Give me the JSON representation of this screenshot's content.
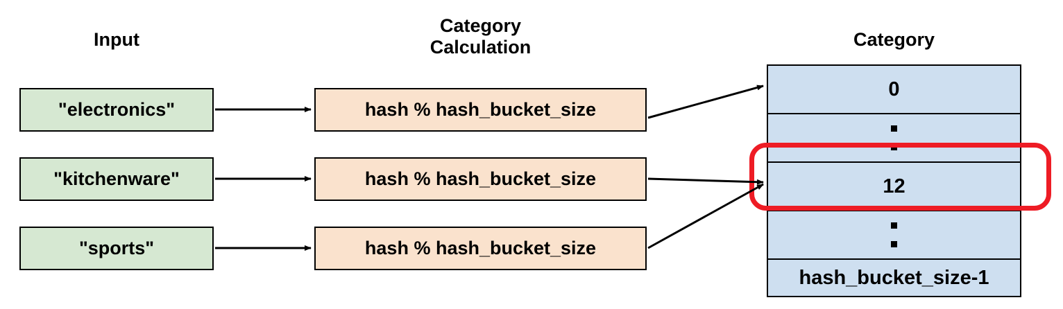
{
  "headings": {
    "input": "Input",
    "calculation": "Category\nCalculation",
    "category": "Category"
  },
  "inputs": [
    {
      "label": "\"electronics\""
    },
    {
      "label": "\"kitchenware\""
    },
    {
      "label": "\"sports\""
    }
  ],
  "calculations": [
    {
      "label": "hash % hash_bucket_size"
    },
    {
      "label": "hash % hash_bucket_size"
    },
    {
      "label": "hash % hash_bucket_size"
    }
  ],
  "category_table": {
    "rows": [
      {
        "type": "value",
        "label": "0"
      },
      {
        "type": "dots",
        "label": ""
      },
      {
        "type": "value",
        "label": "12"
      },
      {
        "type": "dots",
        "label": ""
      },
      {
        "type": "value",
        "label": "hash_bucket_size-1"
      }
    ]
  },
  "highlight": {
    "target_row_label": "12",
    "color": "#ee1c25"
  },
  "colors": {
    "input_fill": "#d6e8d2",
    "calculation_fill": "#fae2cd",
    "category_fill": "#cedff0",
    "stroke": "#000000",
    "highlight": "#ee1c25"
  },
  "arrows": [
    {
      "from": "input-box-0",
      "to": "calc-box-0"
    },
    {
      "from": "input-box-1",
      "to": "calc-box-1"
    },
    {
      "from": "input-box-2",
      "to": "calc-box-2"
    },
    {
      "from": "calc-box-0",
      "to": "category-row-0"
    },
    {
      "from": "calc-box-1",
      "to": "category-row-12"
    },
    {
      "from": "calc-box-2",
      "to": "category-row-12"
    }
  ]
}
